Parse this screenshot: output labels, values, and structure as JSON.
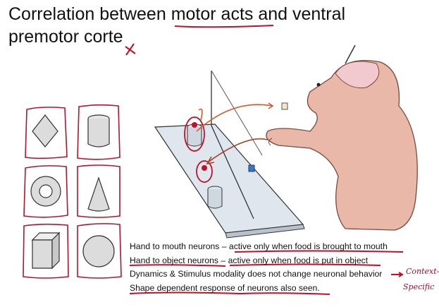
{
  "slide": {
    "title_line1": "Correlation between motor acts and ventral",
    "title_line2": "premotor corte",
    "bullets": [
      "Hand to mouth neurons – active only when food is brought to mouth",
      "Hand to object neurons – active only when food is put in object",
      "Dynamics & Stimulus modality does not change neuronal behavior",
      "Shape dependent response of neurons also seen."
    ],
    "handwritten_note": [
      "Context-",
      "Specific"
    ],
    "shapes": [
      "diamond-square",
      "cylinder",
      "ring",
      "cone",
      "cube",
      "sphere"
    ],
    "colors": {
      "ink": "#111111",
      "annotation": "#c0102a",
      "monkey_fur": "#e9b8a8",
      "arrow": "#d95a2a"
    }
  }
}
